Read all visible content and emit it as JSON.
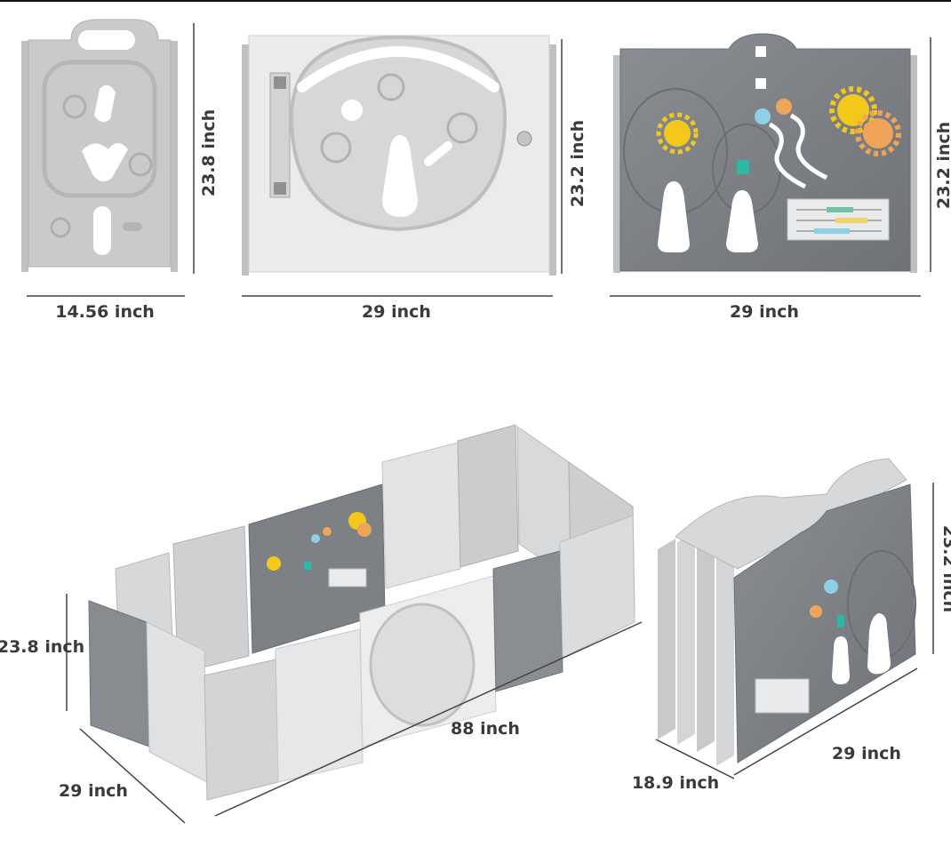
{
  "dimensions": {
    "small_panel_width": "14.56 inch",
    "small_panel_height": "23.8 inch",
    "gate_panel_width": "29 inch",
    "gate_panel_height": "23.2 inch",
    "activity_panel_width": "29 inch",
    "activity_panel_height": "23.2 inch",
    "assembled_height": "23.8 inch",
    "assembled_length": "88 inch",
    "assembled_depth": "29 inch",
    "folded_height": "23.2 inch",
    "folded_width": "29 inch",
    "folded_depth": "18.9 inch"
  },
  "colors": {
    "light_panel": "#cfd0d2",
    "white_panel": "#e7e8e9",
    "dark_panel": "#7d8185",
    "sun_yellow": "#f4c81b",
    "gear_orange": "#f0a45a",
    "knob_blue": "#8fd0e8",
    "knob_teal": "#2bb8a5"
  }
}
